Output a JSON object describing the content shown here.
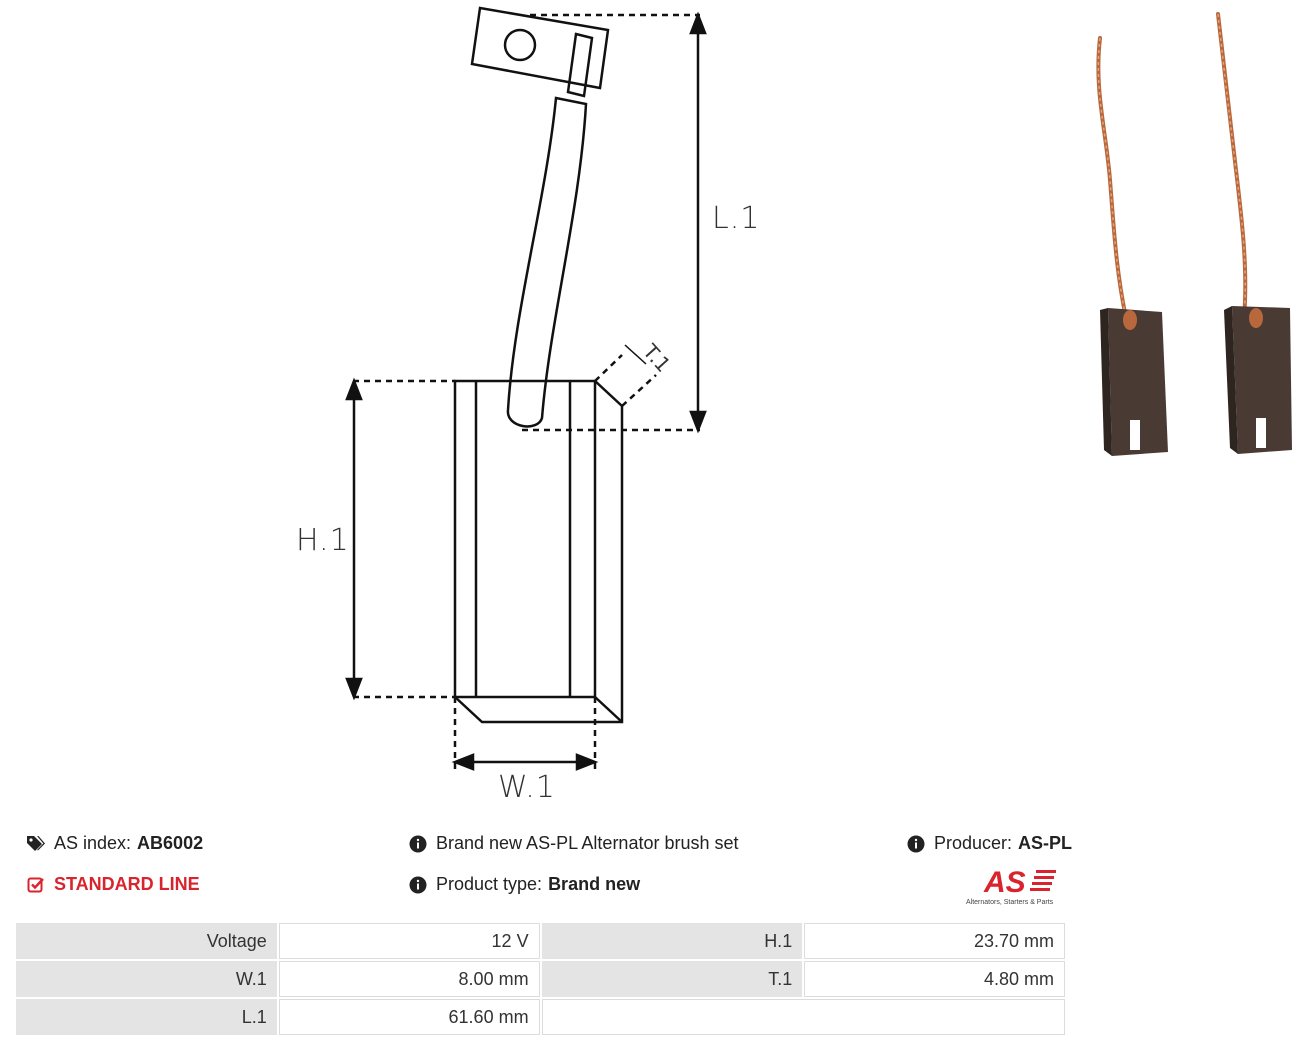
{
  "diagram": {
    "labels": {
      "l1": "L.1",
      "h1": "H.1",
      "w1": "W.1",
      "t1": "T.1"
    }
  },
  "info": {
    "as_index_label": "AS index:",
    "as_index_value": "AB6002",
    "line": "STANDARD LINE",
    "description": "Brand new AS-PL Alternator brush set",
    "product_type_label": "Product type:",
    "product_type_value": "Brand new",
    "producer_label": "Producer:",
    "producer_value": "AS-PL"
  },
  "logo": {
    "mark": "AS",
    "tagline": "Alternators, Starters & Parts"
  },
  "specs": {
    "rows": [
      {
        "k1": "Voltage",
        "v1": "12 V",
        "k2": "H.1",
        "v2": "23.70 mm"
      },
      {
        "k1": "W.1",
        "v1": "8.00 mm",
        "k2": "T.1",
        "v2": "4.80 mm"
      },
      {
        "k1": "L.1",
        "v1": "61.60 mm",
        "k2": "",
        "v2": ""
      }
    ]
  },
  "icons": {
    "tag": "tags-icon",
    "check": "check-square-icon",
    "info": "info-circle-icon"
  },
  "colors": {
    "accent_red": "#d9232d",
    "table_key_bg": "#e4e4e4",
    "copper": "#b8683c",
    "carbon": "#4a3a34"
  }
}
